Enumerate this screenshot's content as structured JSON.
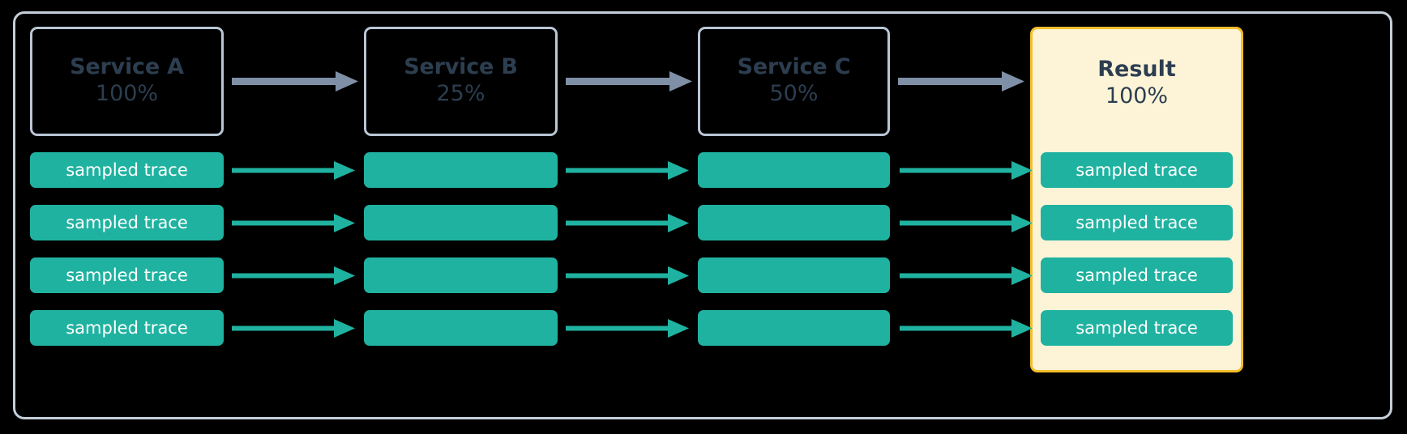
{
  "diagram": {
    "title": "sampling-pipeline-diagram",
    "background": "#000000",
    "frame_border_color": "#c3ced9",
    "colors": {
      "service_border": "#b9c6d4",
      "service_text": "#2c3e50",
      "gray_arrow": "#7f90a6",
      "teal": "#20b2a0",
      "result_fill": "#fdf4d7",
      "result_border": "#f5be2a",
      "trace_label": "#ffffff"
    },
    "nodes": [
      {
        "id": "service-a",
        "title": "Service A",
        "percent": "100%",
        "kind": "service"
      },
      {
        "id": "service-b",
        "title": "Service B",
        "percent": "25%",
        "kind": "service"
      },
      {
        "id": "service-c",
        "title": "Service C",
        "percent": "50%",
        "kind": "service"
      },
      {
        "id": "result",
        "title": "Result",
        "percent": "100%",
        "kind": "result"
      }
    ],
    "trace_label": "sampled trace",
    "trace_rows": [
      {
        "row": 1,
        "cells": [
          {
            "col": "service-a",
            "label": "sampled trace",
            "has_label": true
          },
          {
            "col": "service-b",
            "label": "",
            "has_label": false
          },
          {
            "col": "service-c",
            "label": "",
            "has_label": false
          },
          {
            "col": "result",
            "label": "sampled trace",
            "has_label": true
          }
        ]
      },
      {
        "row": 2,
        "cells": [
          {
            "col": "service-a",
            "label": "sampled trace",
            "has_label": true
          },
          {
            "col": "service-b",
            "label": "",
            "has_label": false
          },
          {
            "col": "service-c",
            "label": "",
            "has_label": false
          },
          {
            "col": "result",
            "label": "sampled trace",
            "has_label": true
          }
        ]
      },
      {
        "row": 3,
        "cells": [
          {
            "col": "service-a",
            "label": "sampled trace",
            "has_label": true
          },
          {
            "col": "service-b",
            "label": "",
            "has_label": false
          },
          {
            "col": "service-c",
            "label": "",
            "has_label": false
          },
          {
            "col": "result",
            "label": "sampled trace",
            "has_label": true
          }
        ]
      },
      {
        "row": 4,
        "cells": [
          {
            "col": "service-a",
            "label": "sampled trace",
            "has_label": true
          },
          {
            "col": "service-b",
            "label": "",
            "has_label": false
          },
          {
            "col": "service-c",
            "label": "",
            "has_label": false
          },
          {
            "col": "result",
            "label": "sampled trace",
            "has_label": true
          }
        ]
      }
    ],
    "flow_arrows": [
      {
        "from": "service-a",
        "to": "service-b",
        "style": "gray",
        "lane": "header"
      },
      {
        "from": "service-b",
        "to": "service-c",
        "style": "gray",
        "lane": "header"
      },
      {
        "from": "service-c",
        "to": "result",
        "style": "gray",
        "lane": "header"
      },
      {
        "from": "service-a",
        "to": "service-b",
        "style": "teal",
        "lane": "row-1"
      },
      {
        "from": "service-b",
        "to": "service-c",
        "style": "teal",
        "lane": "row-1"
      },
      {
        "from": "service-c",
        "to": "result",
        "style": "teal",
        "lane": "row-1"
      },
      {
        "from": "service-a",
        "to": "service-b",
        "style": "teal",
        "lane": "row-2"
      },
      {
        "from": "service-b",
        "to": "service-c",
        "style": "teal",
        "lane": "row-2"
      },
      {
        "from": "service-c",
        "to": "result",
        "style": "teal",
        "lane": "row-2"
      },
      {
        "from": "service-a",
        "to": "service-b",
        "style": "teal",
        "lane": "row-3"
      },
      {
        "from": "service-b",
        "to": "service-c",
        "style": "teal",
        "lane": "row-3"
      },
      {
        "from": "service-c",
        "to": "result",
        "style": "teal",
        "lane": "row-3"
      },
      {
        "from": "service-a",
        "to": "service-b",
        "style": "teal",
        "lane": "row-4"
      },
      {
        "from": "service-b",
        "to": "service-c",
        "style": "teal",
        "lane": "row-4"
      },
      {
        "from": "service-c",
        "to": "result",
        "style": "teal",
        "lane": "row-4"
      }
    ]
  }
}
